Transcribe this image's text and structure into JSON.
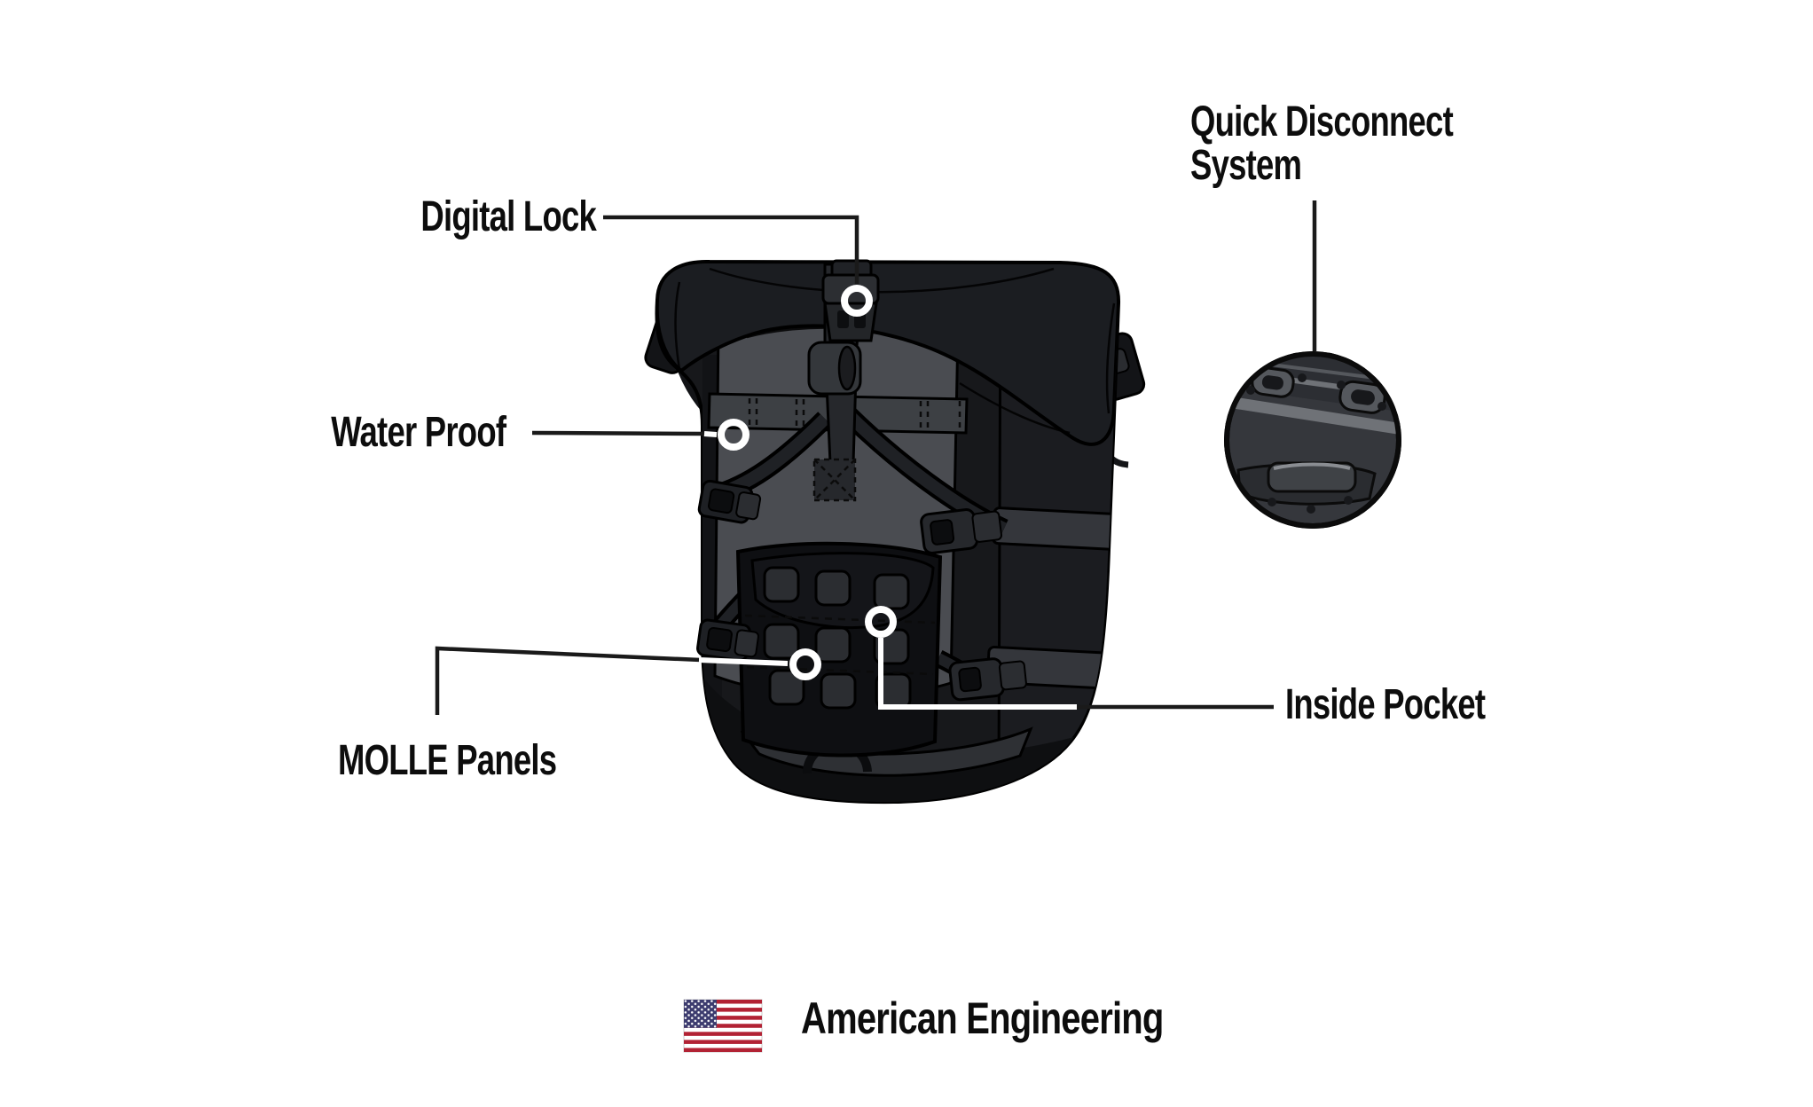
{
  "page": {
    "background": "#ffffff"
  },
  "diagram": {
    "subject": "roll-top motorcycle dry bag illustration",
    "callouts": [
      {
        "id": "digital-lock",
        "label": "Digital Lock"
      },
      {
        "id": "water-proof",
        "label": "Water Proof"
      },
      {
        "id": "molle-panels",
        "label": "MOLLE Panels"
      },
      {
        "id": "quick-disconnect-system",
        "label": "Quick Disconnect\nSystem"
      },
      {
        "id": "inside-pocket",
        "label": "Inside Pocket"
      }
    ],
    "detail_view": {
      "id": "quick-disconnect-detail",
      "shape": "circle"
    },
    "footer": {
      "icon": "us-flag-icon",
      "text": "American Engineering"
    },
    "colors": {
      "background": "#ffffff",
      "text": "#0d0d0d",
      "leader_line": "#1a1a1a",
      "marker_ring": "#ffffff",
      "bag_black": "#17181b",
      "bag_flap": "#1b1d21",
      "panel_gray": "#4a4c51",
      "strap_dark": "#26282c",
      "molle_panel": "#0e0f12",
      "detail_circle_bg": "#35373c",
      "flag_red": "#b22234",
      "flag_blue": "#3c3b6e"
    }
  }
}
